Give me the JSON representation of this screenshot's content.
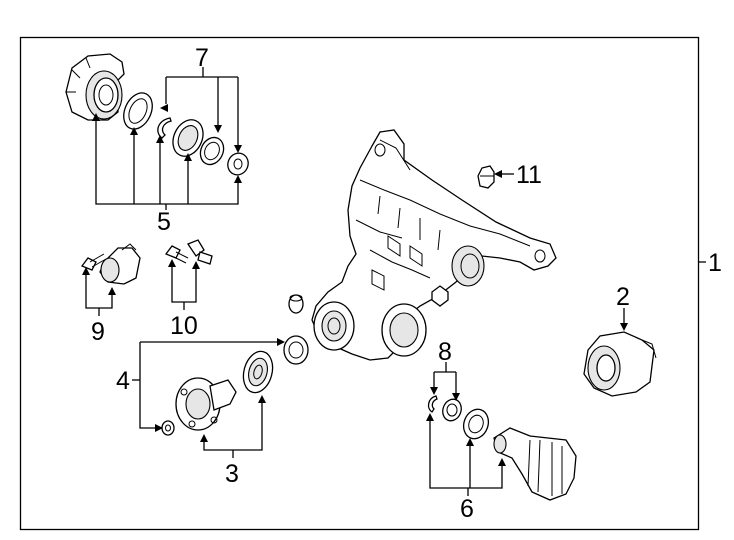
{
  "diagram": {
    "callouts": [
      "1",
      "2",
      "3",
      "4",
      "5",
      "6",
      "7",
      "8",
      "9",
      "10",
      "11"
    ],
    "colors": {
      "line": "#000000",
      "background": "#ffffff",
      "fill_shade": "#e6e6e6"
    }
  }
}
